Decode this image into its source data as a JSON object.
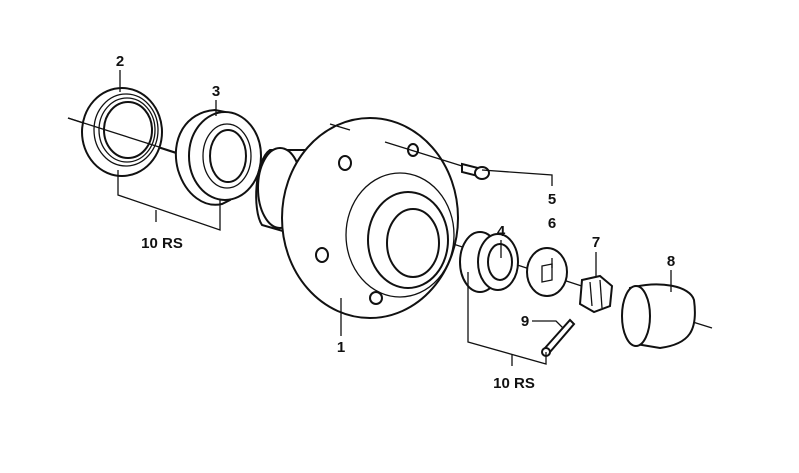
{
  "diagram": {
    "title": "Wheel hub assembly exploded view",
    "labels": {
      "p1": "1",
      "p2": "2",
      "p3": "3",
      "p4": "4",
      "p5": "5",
      "p6": "6",
      "p7": "7",
      "p8": "8",
      "p9": "9",
      "kit_left": "10  RS",
      "kit_right": "10  RS"
    },
    "parts": [
      {
        "number": "1",
        "name": "wheel hub"
      },
      {
        "number": "2",
        "name": "shaft seal"
      },
      {
        "number": "3",
        "name": "inner tapered roller bearing"
      },
      {
        "number": "4",
        "name": "outer tapered roller bearing"
      },
      {
        "number": "5",
        "name": "wheel bolt"
      },
      {
        "number": "6",
        "name": "thrust washer"
      },
      {
        "number": "7",
        "name": "castle nut"
      },
      {
        "number": "8",
        "name": "grease cap"
      },
      {
        "number": "9",
        "name": "cotter pin"
      },
      {
        "number": "10 RS",
        "name": "repair kit"
      }
    ]
  }
}
